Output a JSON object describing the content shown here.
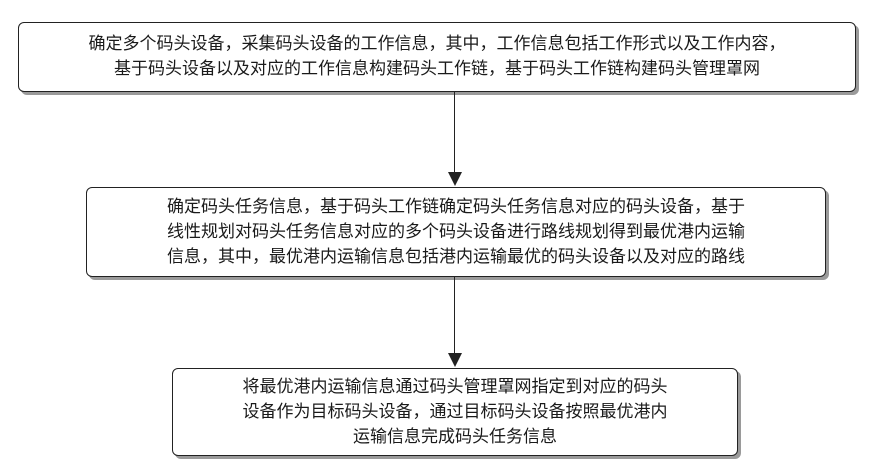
{
  "steps": [
    {
      "lines": [
        "确定多个码头设备，采集码头设备的工作信息，其中，工作信息包括工作形式以及工作内容，",
        "基于码头设备以及对应的工作信息构建码头工作链，基于码头工作链构建码头管理罩网"
      ]
    },
    {
      "lines": [
        "确定码头任务信息，基于码头工作链确定码头任务信息对应的码头设备，基于",
        "线性规划对码头任务信息对应的多个码头设备进行路线规划得到最优港内运输",
        "信息，其中，最优港内运输信息包括港内运输最优的码头设备以及对应的路线"
      ]
    },
    {
      "lines": [
        "将最优港内运输信息通过码头管理罩网指定到对应的码头",
        "设备作为目标码头设备，通过目标码头设备按照最优港内",
        "运输信息完成码头任务信息"
      ]
    }
  ]
}
